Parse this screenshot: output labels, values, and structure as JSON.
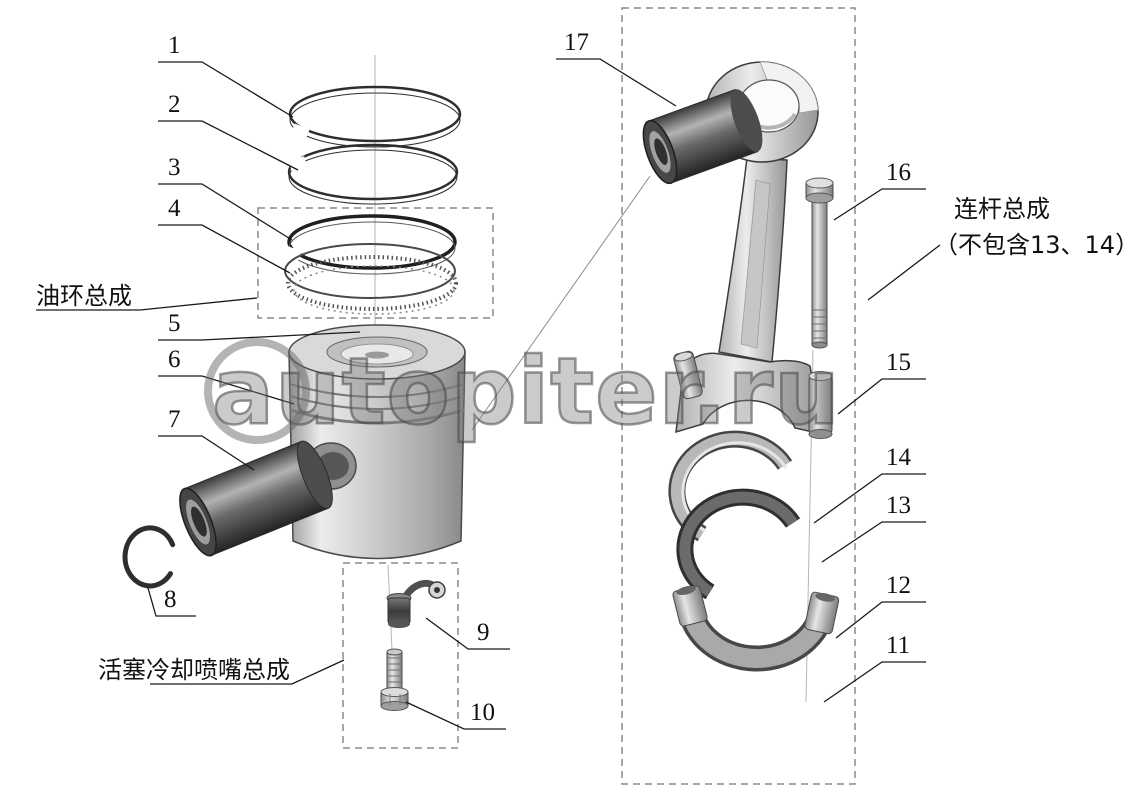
{
  "watermark": {
    "text": "autopiter.ru"
  },
  "group_labels": {
    "oil_ring": "油环总成",
    "cooling_nozzle": "活塞冷却喷嘴总成",
    "conrod_line1": "连杆总成",
    "conrod_line2": "（不包含13、14）"
  },
  "callouts": [
    "1",
    "2",
    "3",
    "4",
    "5",
    "6",
    "7",
    "8",
    "9",
    "10",
    "11",
    "12",
    "13",
    "14",
    "15",
    "16",
    "17"
  ],
  "colors": {
    "background": "#ffffff",
    "line": "#1a1a1a",
    "dashed_box": "#8a8a8a",
    "watermark_gray": "#7d7d7d"
  }
}
